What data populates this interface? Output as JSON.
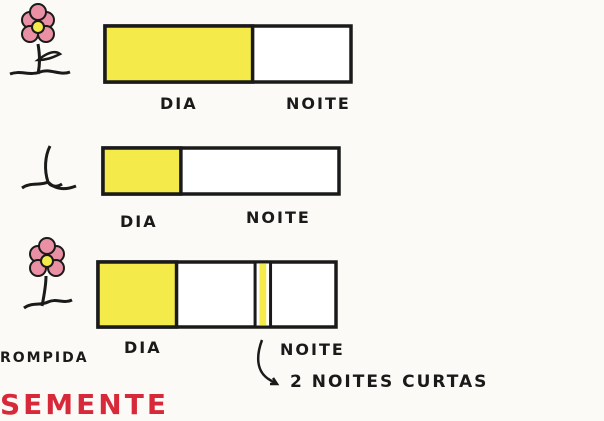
{
  "colors": {
    "day": "#f4ea4a",
    "night": "#ffffff",
    "ink": "#1a1a1a",
    "petal": "#e990a4",
    "red_text": "#d8293a"
  },
  "rows": [
    {
      "icon": "flowering-plant-icon",
      "day_fraction": 0.6,
      "day_label": "DIA",
      "night_label": "NOITE"
    },
    {
      "icon": "sprout-icon",
      "day_fraction": 0.33,
      "day_label": "DIA",
      "night_label": "NOITE"
    },
    {
      "icon": "flowering-plant-icon",
      "day_fraction": 0.33,
      "flash_fraction": 0.065,
      "day_label": "DIA",
      "night_label": "NOITE",
      "annotation": "2 NOITES CURTAS"
    }
  ],
  "cut_text_left": "ROMPIDA",
  "bottom_text": "SEMENTE"
}
